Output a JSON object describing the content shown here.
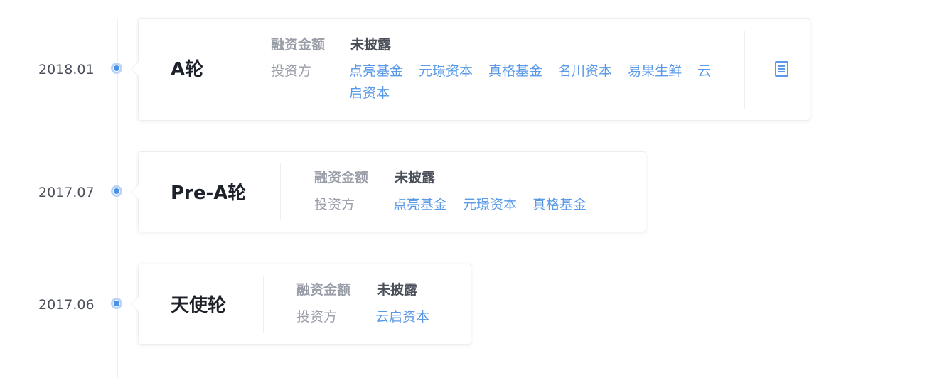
{
  "rounds": [
    {
      "date": "2018.01",
      "name": "A轮",
      "amount_label": "融资金额",
      "amount_value": "未披露",
      "investors_label": "投资方",
      "investors": [
        "点亮基金",
        "元璟资本",
        "真格基金",
        "名川资本",
        "易果生鲜",
        "云启资本"
      ],
      "has_doc_icon": true
    },
    {
      "date": "2017.07",
      "name": "Pre-A轮",
      "amount_label": "融资金额",
      "amount_value": "未披露",
      "investors_label": "投资方",
      "investors": [
        "点亮基金",
        "元璟资本",
        "真格基金"
      ]
    },
    {
      "date": "2017.06",
      "name": "天使轮",
      "amount_label": "融资金额",
      "amount_value": "未披露",
      "investors_label": "投资方",
      "investors": [
        "云启资本"
      ]
    }
  ],
  "colors": {
    "accent": "#5a9ae8",
    "dot": "#4c8fe6",
    "title": "#1d2129",
    "label": "#9a9ea8"
  },
  "icons": {
    "doc": "document-icon",
    "dot": "timeline-dot-icon"
  }
}
